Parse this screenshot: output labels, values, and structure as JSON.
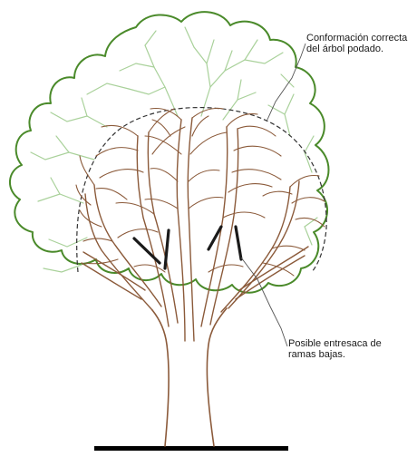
{
  "annotations": {
    "pruned_shape": [
      "Conformación correcta",
      "del árbol podado."
    ],
    "thinning": [
      "Posible entresaca de",
      "ramas bajas."
    ]
  },
  "colors": {
    "canopy_outline": "#4a8a2a",
    "canopy_branches": "#a9d19a",
    "wood": "#8b5a3a",
    "cut_marks": "#1a1a1a",
    "ground": "#000000",
    "leader_line": "#555555"
  }
}
